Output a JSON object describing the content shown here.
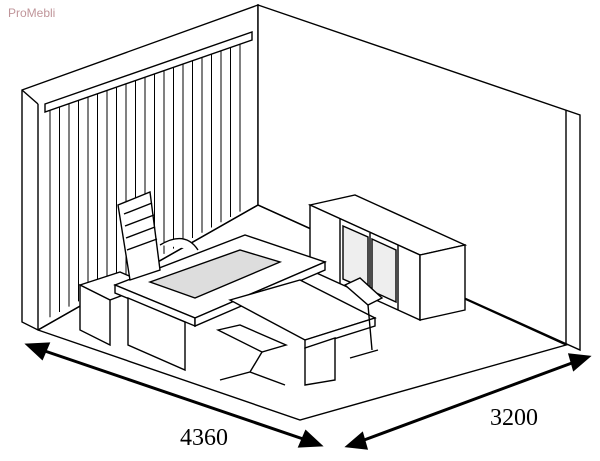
{
  "watermark": "ProMebli",
  "dimensions": {
    "width_mm": "4360",
    "depth_mm": "3200"
  },
  "colors": {
    "line": "#000000",
    "watermark": "#b07a80"
  }
}
